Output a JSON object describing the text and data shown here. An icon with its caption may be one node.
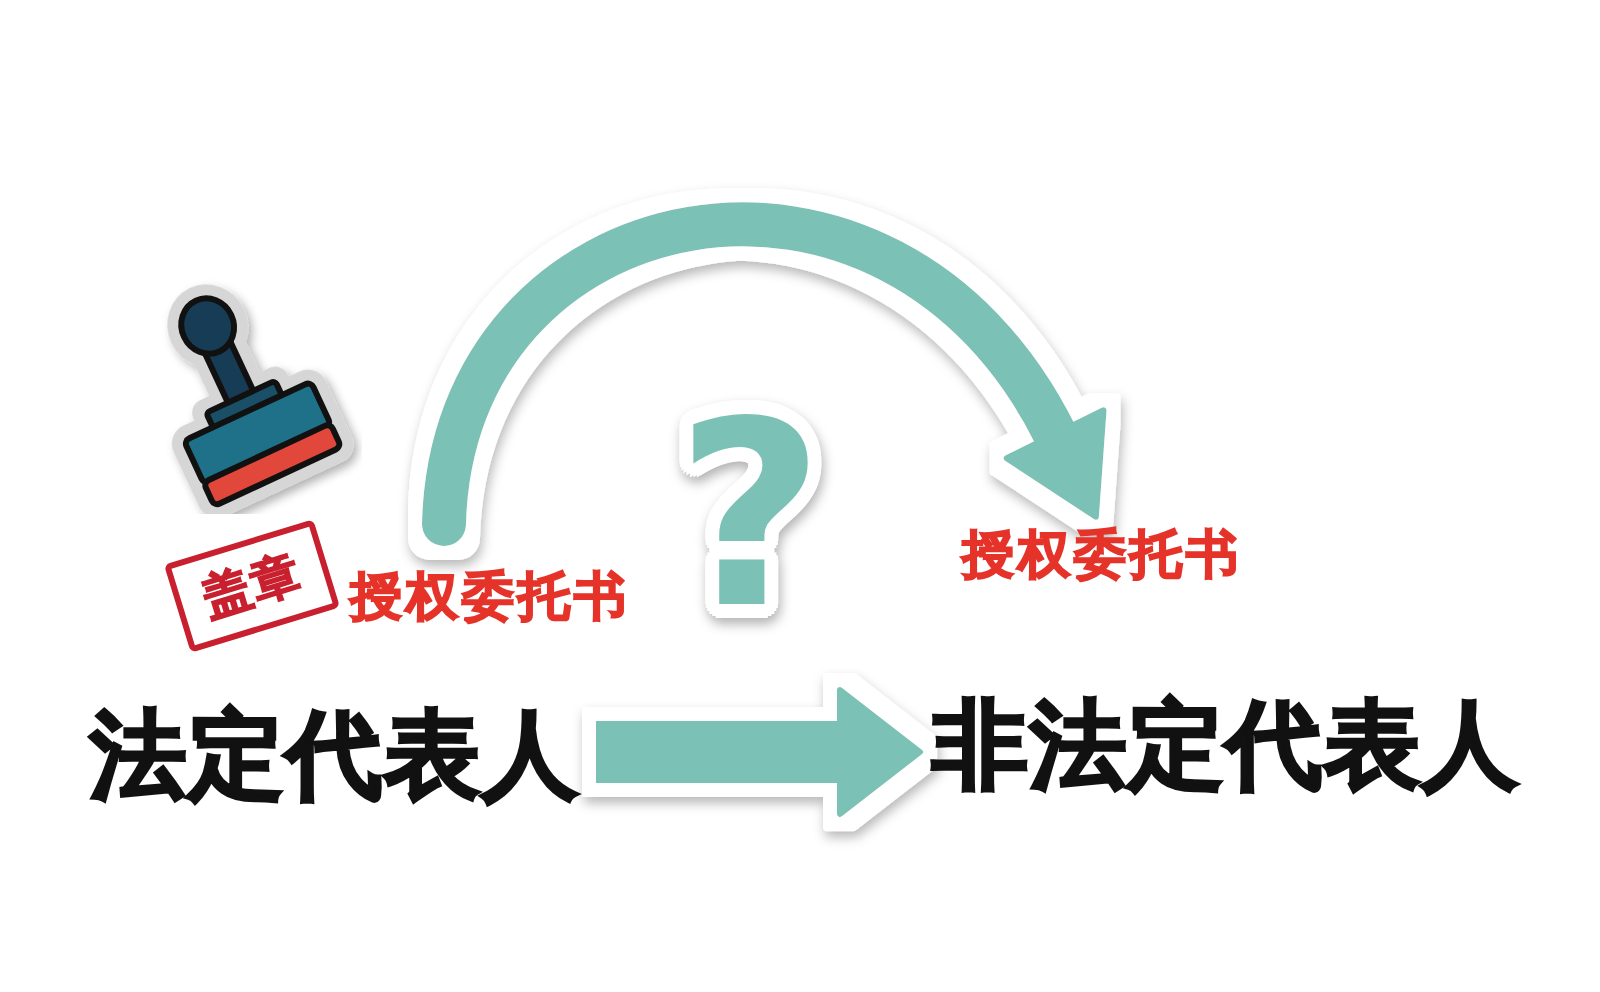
{
  "diagram": {
    "nodes": [
      {
        "text": [
          "盖章"
        ]
      },
      {
        "text": [
          "授权委托书"
        ]
      },
      {
        "text": [
          "授权委托书"
        ]
      },
      {
        "text": [
          "法定代表人"
        ]
      },
      {
        "text": [
          "非法定代表人"
        ]
      }
    ],
    "edges": [
      {
        "from": 1,
        "to": 2,
        "arrow": "to"
      },
      {
        "from": 3,
        "to": 4,
        "arrow": "to"
      }
    ],
    "labels": [
      "?"
    ]
  }
}
